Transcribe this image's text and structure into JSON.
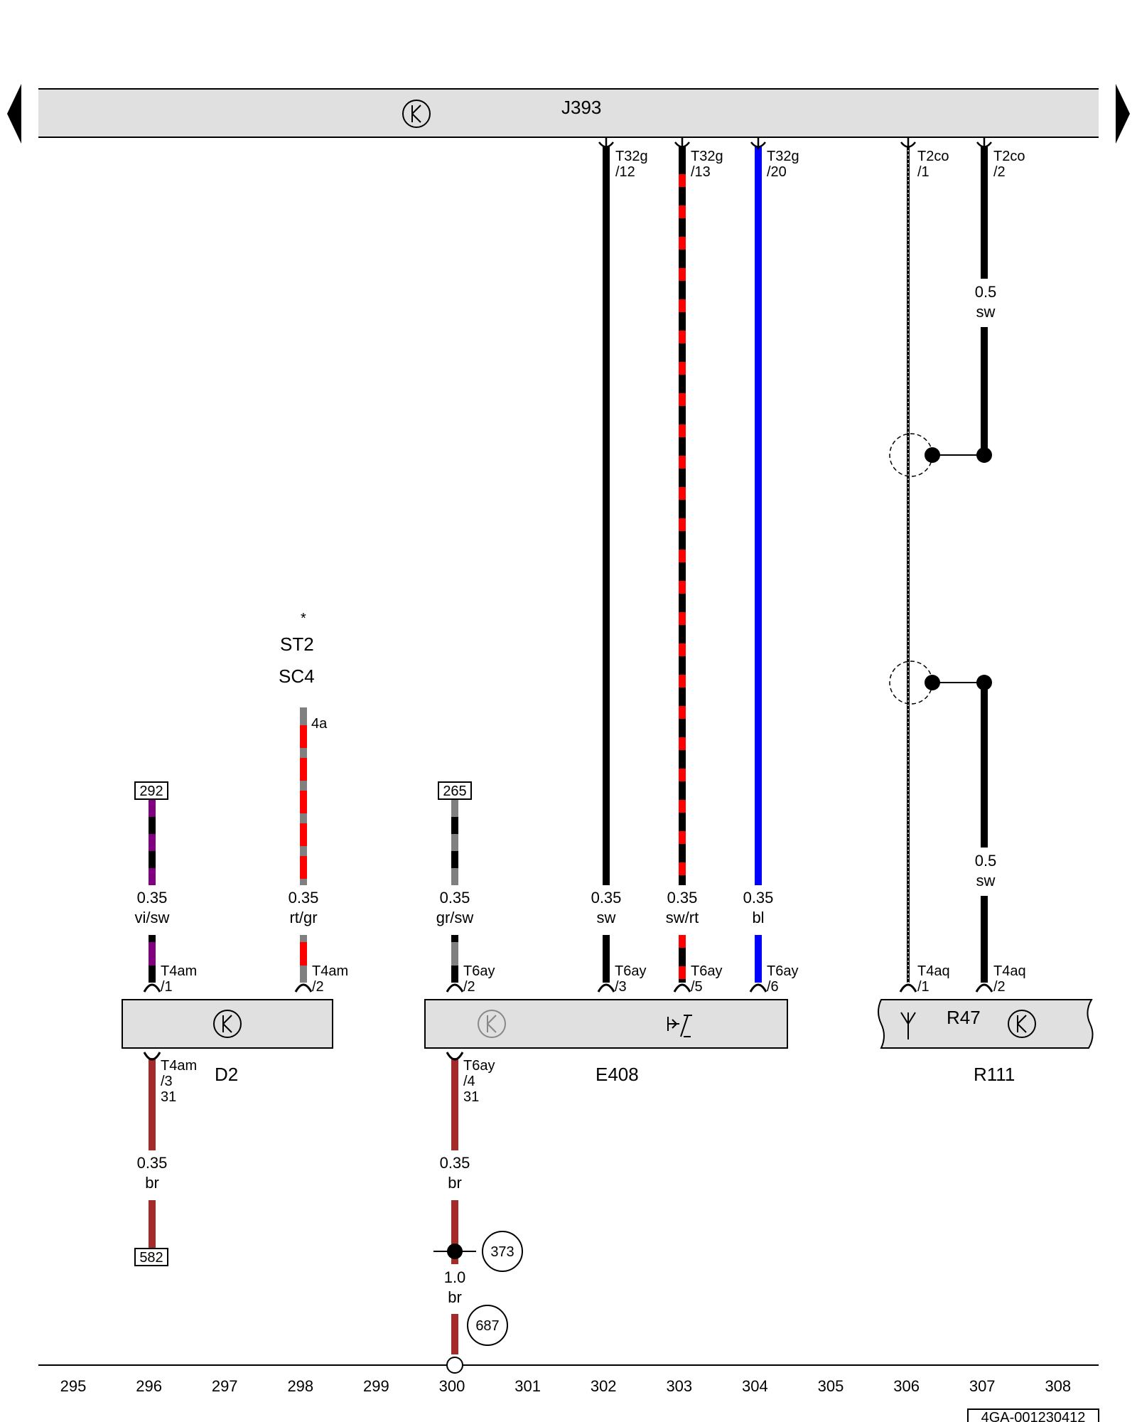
{
  "bus": {
    "label": "J393"
  },
  "components": {
    "d2": "D2",
    "e408": "E408",
    "r47": "R47",
    "r111": "R111",
    "st2": "ST2",
    "sc4": "SC4",
    "st_marker": "*",
    "fuse_pin": "4a"
  },
  "pins": {
    "t32g_12": "T32g",
    "t32g_12_n": "/12",
    "t32g_13": "T32g",
    "t32g_13_n": "/13",
    "t32g_20": "T32g",
    "t32g_20_n": "/20",
    "t2co_1": "T2co",
    "t2co_1_n": "/1",
    "t2co_2": "T2co",
    "t2co_2_n": "/2",
    "t4am_1": "T4am",
    "t4am_1_n": "/1",
    "t4am_2": "T4am",
    "t4am_2_n": "/2",
    "t6ay_2": "T6ay",
    "t6ay_2_n": "/2",
    "t6ay_3": "T6ay",
    "t6ay_3_n": "/3",
    "t6ay_5": "T6ay",
    "t6ay_5_n": "/5",
    "t6ay_6": "T6ay",
    "t6ay_6_n": "/6",
    "t4aq_1": "T4aq",
    "t4aq_1_n": "/1",
    "t4aq_2": "T4aq",
    "t4aq_2_n": "/2",
    "t4am_3": "T4am",
    "t4am_3_n": "/3",
    "t4am_3_t": "31",
    "t6ay_4": "T6ay",
    "t6ay_4_n": "/4",
    "t6ay_4_t": "31"
  },
  "wires": {
    "w296": {
      "size": "0.35",
      "color": "vi/sw"
    },
    "w298": {
      "size": "0.35",
      "color": "rt/gr"
    },
    "w300": {
      "size": "0.35",
      "color": "gr/sw"
    },
    "w302": {
      "size": "0.35",
      "color": "sw"
    },
    "w303": {
      "size": "0.35",
      "color": "sw/rt"
    },
    "w304": {
      "size": "0.35",
      "color": "bl"
    },
    "w307_top": {
      "size": "0.5",
      "color": "sw"
    },
    "w307_bot": {
      "size": "0.5",
      "color": "sw"
    },
    "w296_gnd": {
      "size": "0.35",
      "color": "br"
    },
    "w300_gnd": {
      "size": "0.35",
      "color": "br"
    },
    "w300_main": {
      "size": "1.0",
      "color": "br"
    }
  },
  "refs": {
    "r292": "292",
    "r265": "265",
    "r582": "582",
    "r373": "373",
    "r687": "687"
  },
  "columns": [
    "295",
    "296",
    "297",
    "298",
    "299",
    "300",
    "301",
    "302",
    "303",
    "304",
    "305",
    "306",
    "307",
    "308"
  ],
  "footer": {
    "code": "4GA-001230412"
  },
  "wire_colors": {
    "sw": "#000000",
    "rt": "#ff0000",
    "bl": "#0000ff",
    "gr": "#808080",
    "vi": "#800080",
    "br": "#a52a2a",
    "box_fill": "#e0e0e0"
  }
}
